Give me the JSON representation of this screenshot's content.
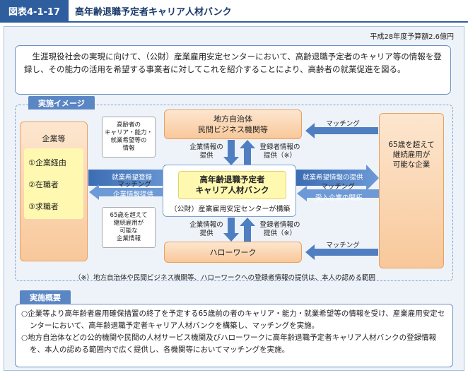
{
  "header": {
    "figure_no": "図表4-1-17",
    "title": "高年齢退職予定者キャリア人材バンク"
  },
  "budget": "平成28年度予算額2.6億円",
  "intro": "生涯現役社会の実現に向けて、（公財）産業雇用安定センターにおいて、高齢退職予定者のキャリア等の情報を登録し、その能力の活用を希望する事業者に対してこれを紹介することにより、高齢者の就業促進を図る。",
  "image_section": {
    "tab": "実施イメージ",
    "company_box": {
      "title": "企業等",
      "items": [
        "①企業経由",
        "②在職者",
        "③求職者"
      ]
    },
    "note_top": "高齢者の\nキャリア・能力・\n就業希望等の\n情報",
    "note_bottom": "65歳を超えて\n継続雇用が\n可能な\n企業情報",
    "top_box": "地方自治体\n民間ビジネス機関等",
    "hello_box": "ハローワーク",
    "center": {
      "line1": "高年齢退職予定者",
      "line2": "キャリア人材バンク",
      "note": "（公財）産業雇用安定センターが構築"
    },
    "right_box": "65歳を超えて\n継続雇用が\n可能な企業",
    "labels": {
      "left_arrow_1": "就業希望登録",
      "left_arrow_2": "マッチング",
      "left_arrow_3": "企業情報提供",
      "right_arrow_1": "就業希望情報の提供",
      "right_arrow_2": "マッチング",
      "right_arrow_3": "受入企業の開拓",
      "top_down": "企業情報の\n提供",
      "top_up": "登録者情報の\n提供（※）",
      "bottom_down": "企業情報の\n提供",
      "bottom_up": "登録者情報の\n提供（※）",
      "matching_top": "マッチング",
      "matching_bottom": "マッチング"
    },
    "footnote": "（※）地方自治体や民間ビジネス機関等、ハローワークへの登録者情報の提供は、本人の認める範囲"
  },
  "summary": {
    "tab": "実施概要",
    "items": [
      "○企業等より高年齢者雇用確保措置の終了を予定する65歳前の者のキャリア・能力・就業希望等の情報を受け、産業雇用安定センターにおいて、高年齢退職予定者キャリア人材バンクを構築し、マッチングを実施。",
      "○地方自治体などの公的機関や民間の人材サービス機関及びハローワークに高年齢退職予定者キャリア人材バンクの登録情報を、本人の認める範囲内で広く提供し、各機関等においてマッチングを実施。"
    ]
  },
  "colors": {
    "header_blue": "#2f5e9e",
    "orange": "#f8c89a",
    "yellow": "#fff8b0",
    "arrow_blue": "#4f7fc1"
  }
}
